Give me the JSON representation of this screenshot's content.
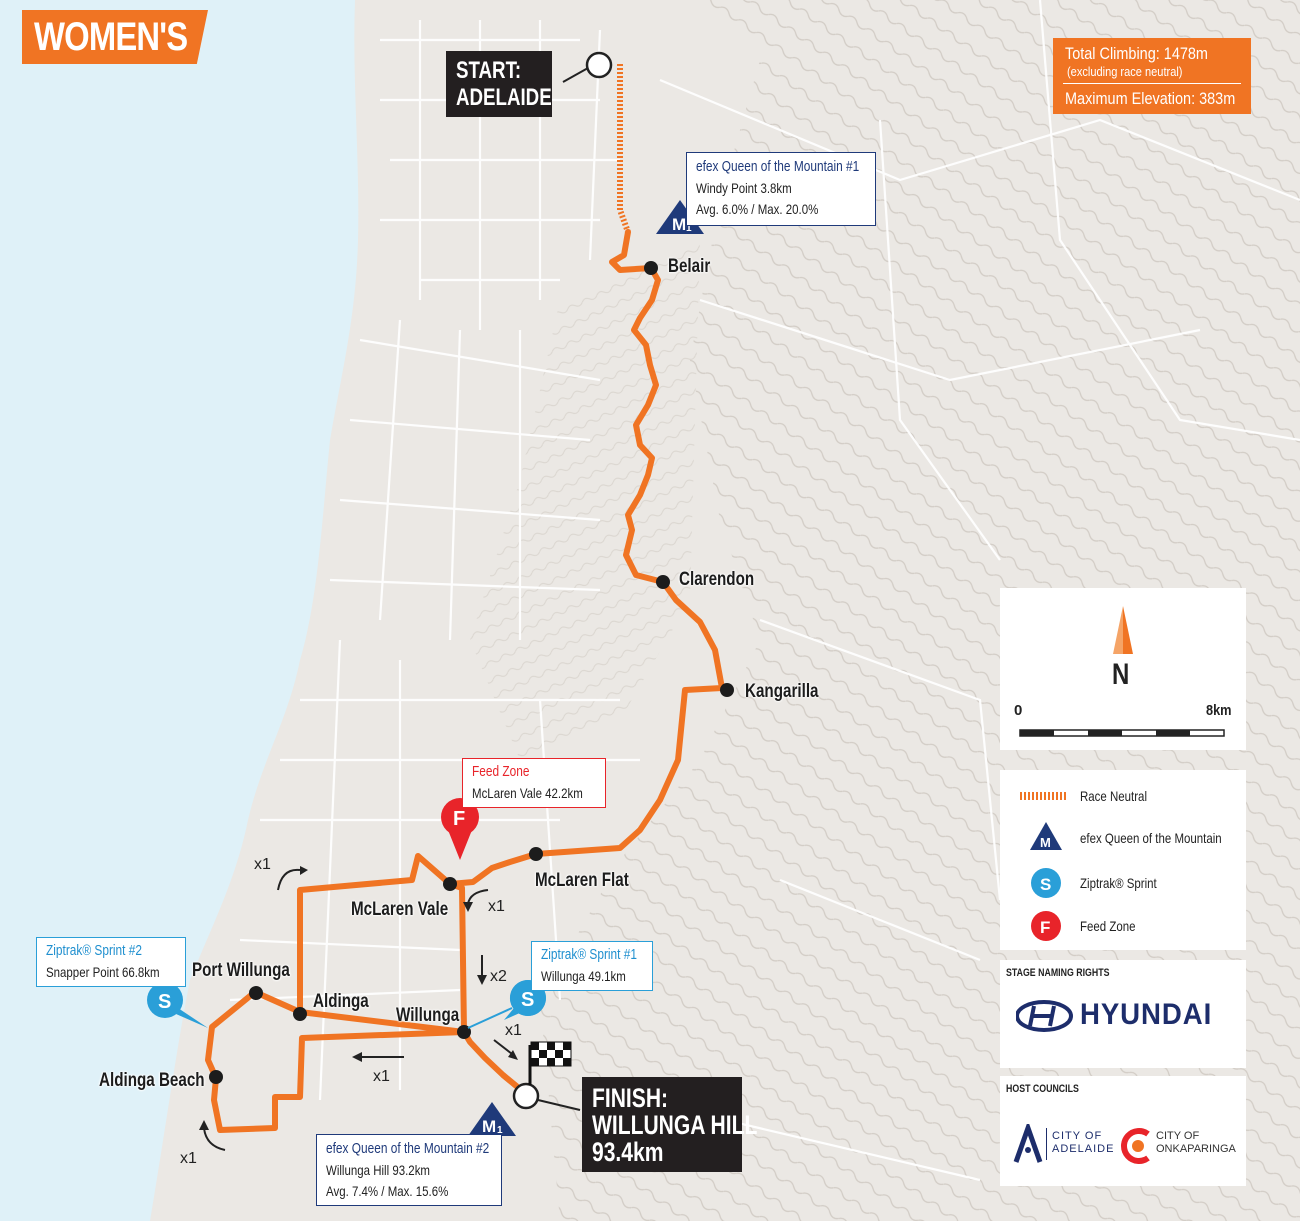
{
  "title": "WOMEN'S",
  "stats": {
    "total_climbing": "Total Climbing: 1478m",
    "climbing_note": "(excluding race neutral)",
    "max_elevation": "Maximum Elevation: 383m"
  },
  "start": {
    "line1": "START:",
    "line2": "ADELAIDE"
  },
  "finish": {
    "line1": "FINISH:",
    "line2": "WILLUNGA HILL",
    "line3": "93.4km"
  },
  "qom1": {
    "title": "efex Queen of the Mountain #1",
    "place": "Windy Point  3.8km",
    "grade": "Avg. 6.0% / Max. 20.0%"
  },
  "qom2": {
    "title": "efex Queen of the Mountain #2",
    "place": "Willunga Hill  93.2km",
    "grade": "Avg. 7.4% / Max. 15.6%"
  },
  "sprint1": {
    "title": "Ziptrak® Sprint #1",
    "place": "Willunga  49.1km"
  },
  "sprint2": {
    "title": "Ziptrak® Sprint #2",
    "place": "Snapper Point  66.8km"
  },
  "feed": {
    "title": "Feed Zone",
    "place": "McLaren Vale  42.2km"
  },
  "places": {
    "belair": "Belair",
    "clarendon": "Clarendon",
    "kangarilla": "Kangarilla",
    "mclaren_flat": "McLaren Flat",
    "mclaren_vale": "McLaren Vale",
    "willunga": "Willunga",
    "aldinga": "Aldinga",
    "port_willunga": "Port Willunga",
    "aldinga_beach": "Aldinga Beach"
  },
  "directions": {
    "x1_a": "x1",
    "x1_b": "x1",
    "x2": "x2",
    "x1_c": "x1",
    "x1_d": "x1",
    "x1_e": "x1"
  },
  "markers": {
    "mountain": "M",
    "mountain_sub": "1",
    "sprint": "S",
    "feed": "F"
  },
  "compass": {
    "north": "N",
    "scale_start": "0",
    "scale_end": "8km"
  },
  "legend": {
    "race_neutral": "Race Neutral",
    "qom": "efex Queen of the Mountain",
    "sprint": "Ziptrak® Sprint",
    "feed": "Feed Zone"
  },
  "naming_rights": {
    "heading": "STAGE NAMING RIGHTS",
    "sponsor": "HYUNDAI"
  },
  "host_councils": {
    "heading": "HOST COUNCILS",
    "council1": [
      "CITY OF",
      "ADELAIDE"
    ],
    "council2": [
      "CITY OF",
      "ONKAPARINGA"
    ]
  },
  "colors": {
    "route": "#f07423",
    "sea": "#dff1f8",
    "land": "#e9e6e2",
    "qom_navy": "#1f3a7a",
    "sprint_blue": "#2a9fd8",
    "feed_red": "#e8242a",
    "label_black": "#231f20"
  }
}
